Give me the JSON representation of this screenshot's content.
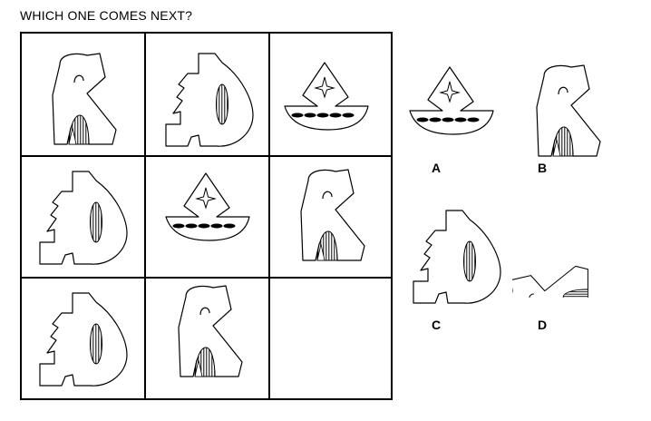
{
  "title": "WHICH ONE COMES NEXT?",
  "grid": {
    "rows": 3,
    "cols": 3,
    "cells": [
      {
        "shape": "hook-figure"
      },
      {
        "shape": "notched-oval-figure"
      },
      {
        "shape": "sail-boat-figure"
      },
      {
        "shape": "notched-oval-figure"
      },
      {
        "shape": "sail-boat-figure"
      },
      {
        "shape": "hook-figure"
      },
      {
        "shape": "notched-oval-figure"
      },
      {
        "shape": "hook-figure"
      },
      {
        "shape": "empty"
      }
    ]
  },
  "options": [
    {
      "label": "A",
      "shape": "sail-boat-figure"
    },
    {
      "label": "B",
      "shape": "hook-figure"
    },
    {
      "label": "C",
      "shape": "notched-oval-figure"
    },
    {
      "label": "D",
      "shape": "hook-figure-rotated"
    }
  ]
}
